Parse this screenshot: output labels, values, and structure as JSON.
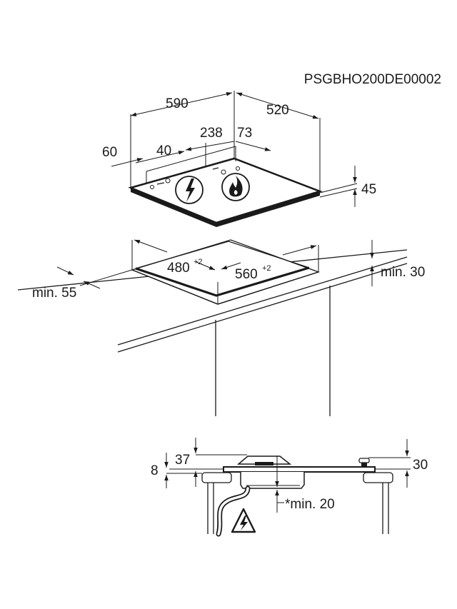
{
  "drawing_code": "PSGBHO200DE00002",
  "hob_dimensions": {
    "width": "590",
    "depth": "520",
    "control_offset_left": "60",
    "control_offset_front": "40",
    "control_width": "238",
    "control_right": "73",
    "height": "45"
  },
  "cutout": {
    "depth": "480",
    "depth_tolerance": "+2",
    "width": "560",
    "width_tolerance": "+2",
    "min_front": "min. 55",
    "min_back": "min. 30"
  },
  "section": {
    "top_height": "37",
    "worktop_gap": "8",
    "right_height": "30",
    "min_below": "*min. 20"
  },
  "icons": [
    "electric-hazard-icon",
    "gas-flame-icon",
    "electric-warning-icon"
  ]
}
